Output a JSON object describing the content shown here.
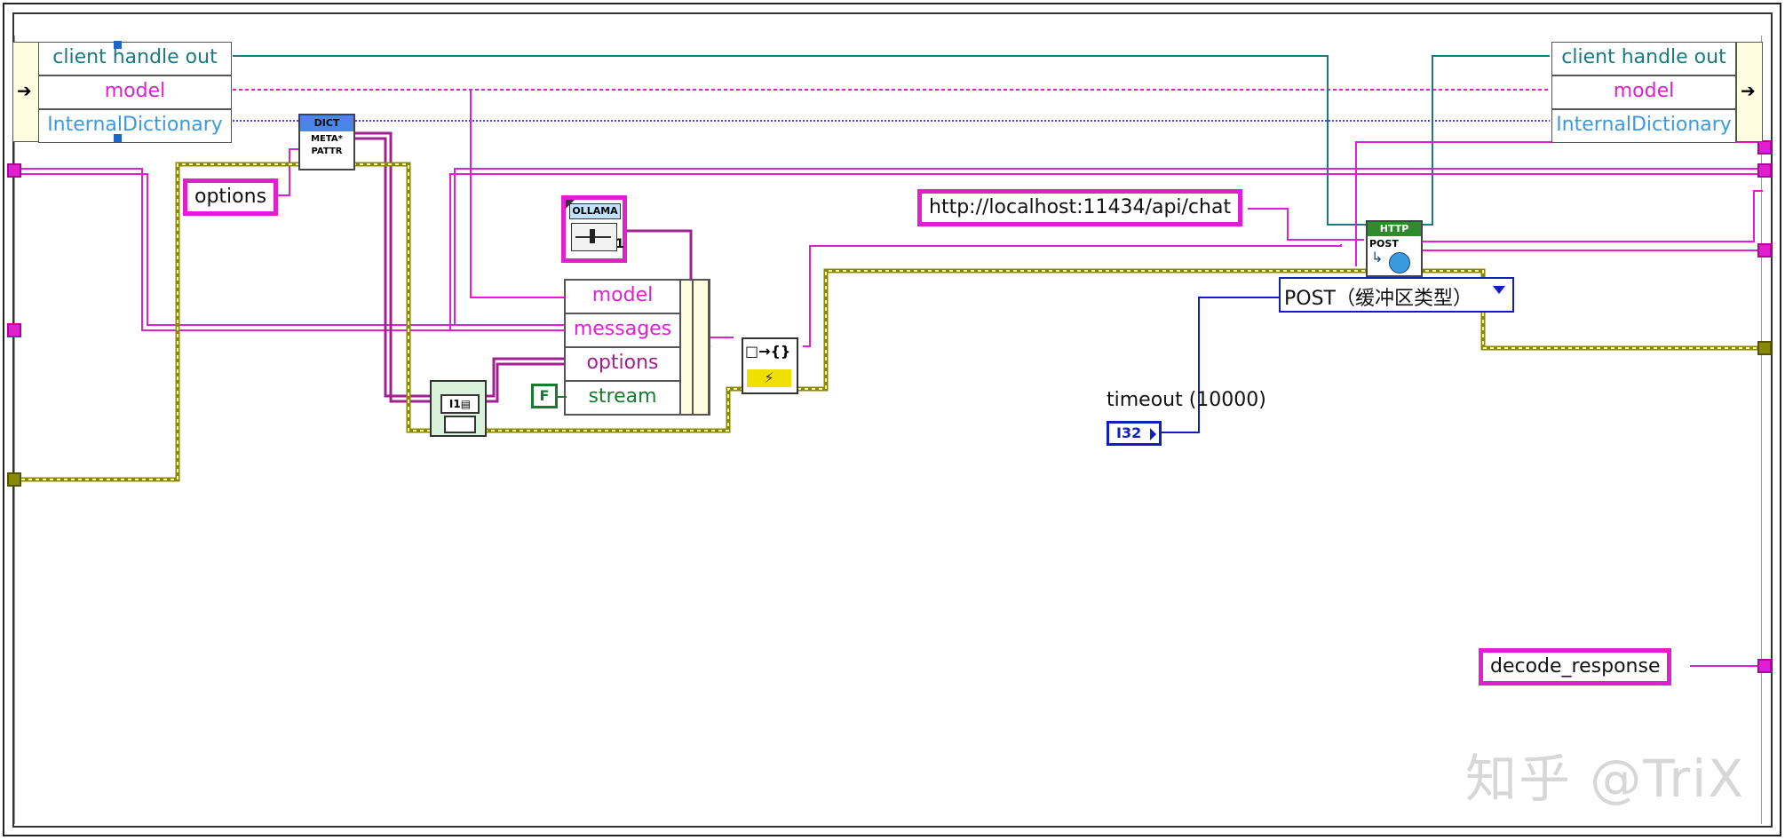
{
  "unbundle_left": {
    "items": [
      "client handle out",
      "model",
      "InternalDictionary"
    ]
  },
  "unbundle_right": {
    "items": [
      "client handle out",
      "model",
      "InternalDictionary"
    ]
  },
  "dict_node": {
    "header": "DICT",
    "body": "META*\nPATTR"
  },
  "options_constant": "options",
  "ollama_node": {
    "header": "OLLAMA",
    "index": "1"
  },
  "bundle_cluster": {
    "items": [
      "model",
      "messages",
      "options",
      "stream"
    ]
  },
  "bool_constant": "F",
  "url_constant": "http://localhost:11434/api/chat",
  "http_node": {
    "header": "HTTP",
    "body": "POST"
  },
  "enum_control": {
    "value": "POST（缓冲区类型）"
  },
  "timeout_label": "timeout (10000)",
  "i32_constant": "I32",
  "decode_constant": "decode_response",
  "watermark": "知乎 @TriX",
  "colors": {
    "string_wire": "#e020d0",
    "cluster_wire": "#8a8a00",
    "refnum_wire": "#1a7a80",
    "dict_wire": "#4040ff",
    "int_wire": "#1020c0"
  }
}
